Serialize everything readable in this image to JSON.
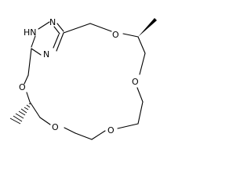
{
  "colors": {
    "background": "#ffffff",
    "bond": "#000000",
    "label": "#000000"
  },
  "atoms": {
    "n_top": "N",
    "nh": "HN",
    "n_ring": "N",
    "o_top": "O",
    "o_right": "O",
    "o_left": "O",
    "o_bottom_right": "O",
    "o_bottom_left": "O"
  },
  "stereo": {
    "methyl_upper_right": "wedge",
    "methyl_lower_left": "hashed"
  }
}
